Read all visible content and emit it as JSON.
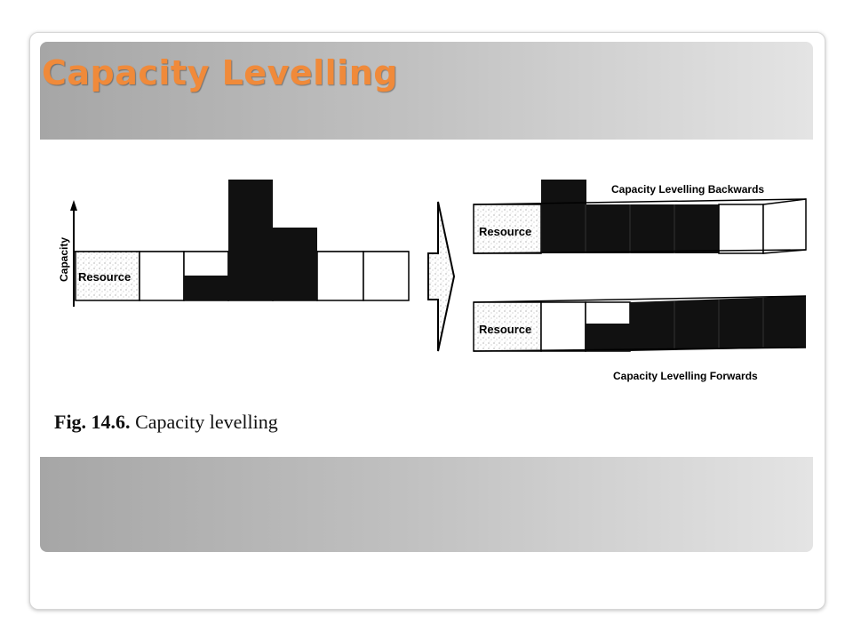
{
  "slide": {
    "title": "Capacity Levelling"
  },
  "figure": {
    "axis_label": "Capacity",
    "resource_label": "Resource",
    "backwards_label": "Capacity Levelling Backwards",
    "forwards_label": "Capacity Levelling Forwards",
    "caption_number": "Fig. 14.6.",
    "caption_text": " Capacity levelling"
  },
  "colors": {
    "title": "#f08a3a",
    "bar_fill": "#111111",
    "panel_gradient_start": "#a6a6a6",
    "panel_gradient_end": "#e4e4e4"
  }
}
